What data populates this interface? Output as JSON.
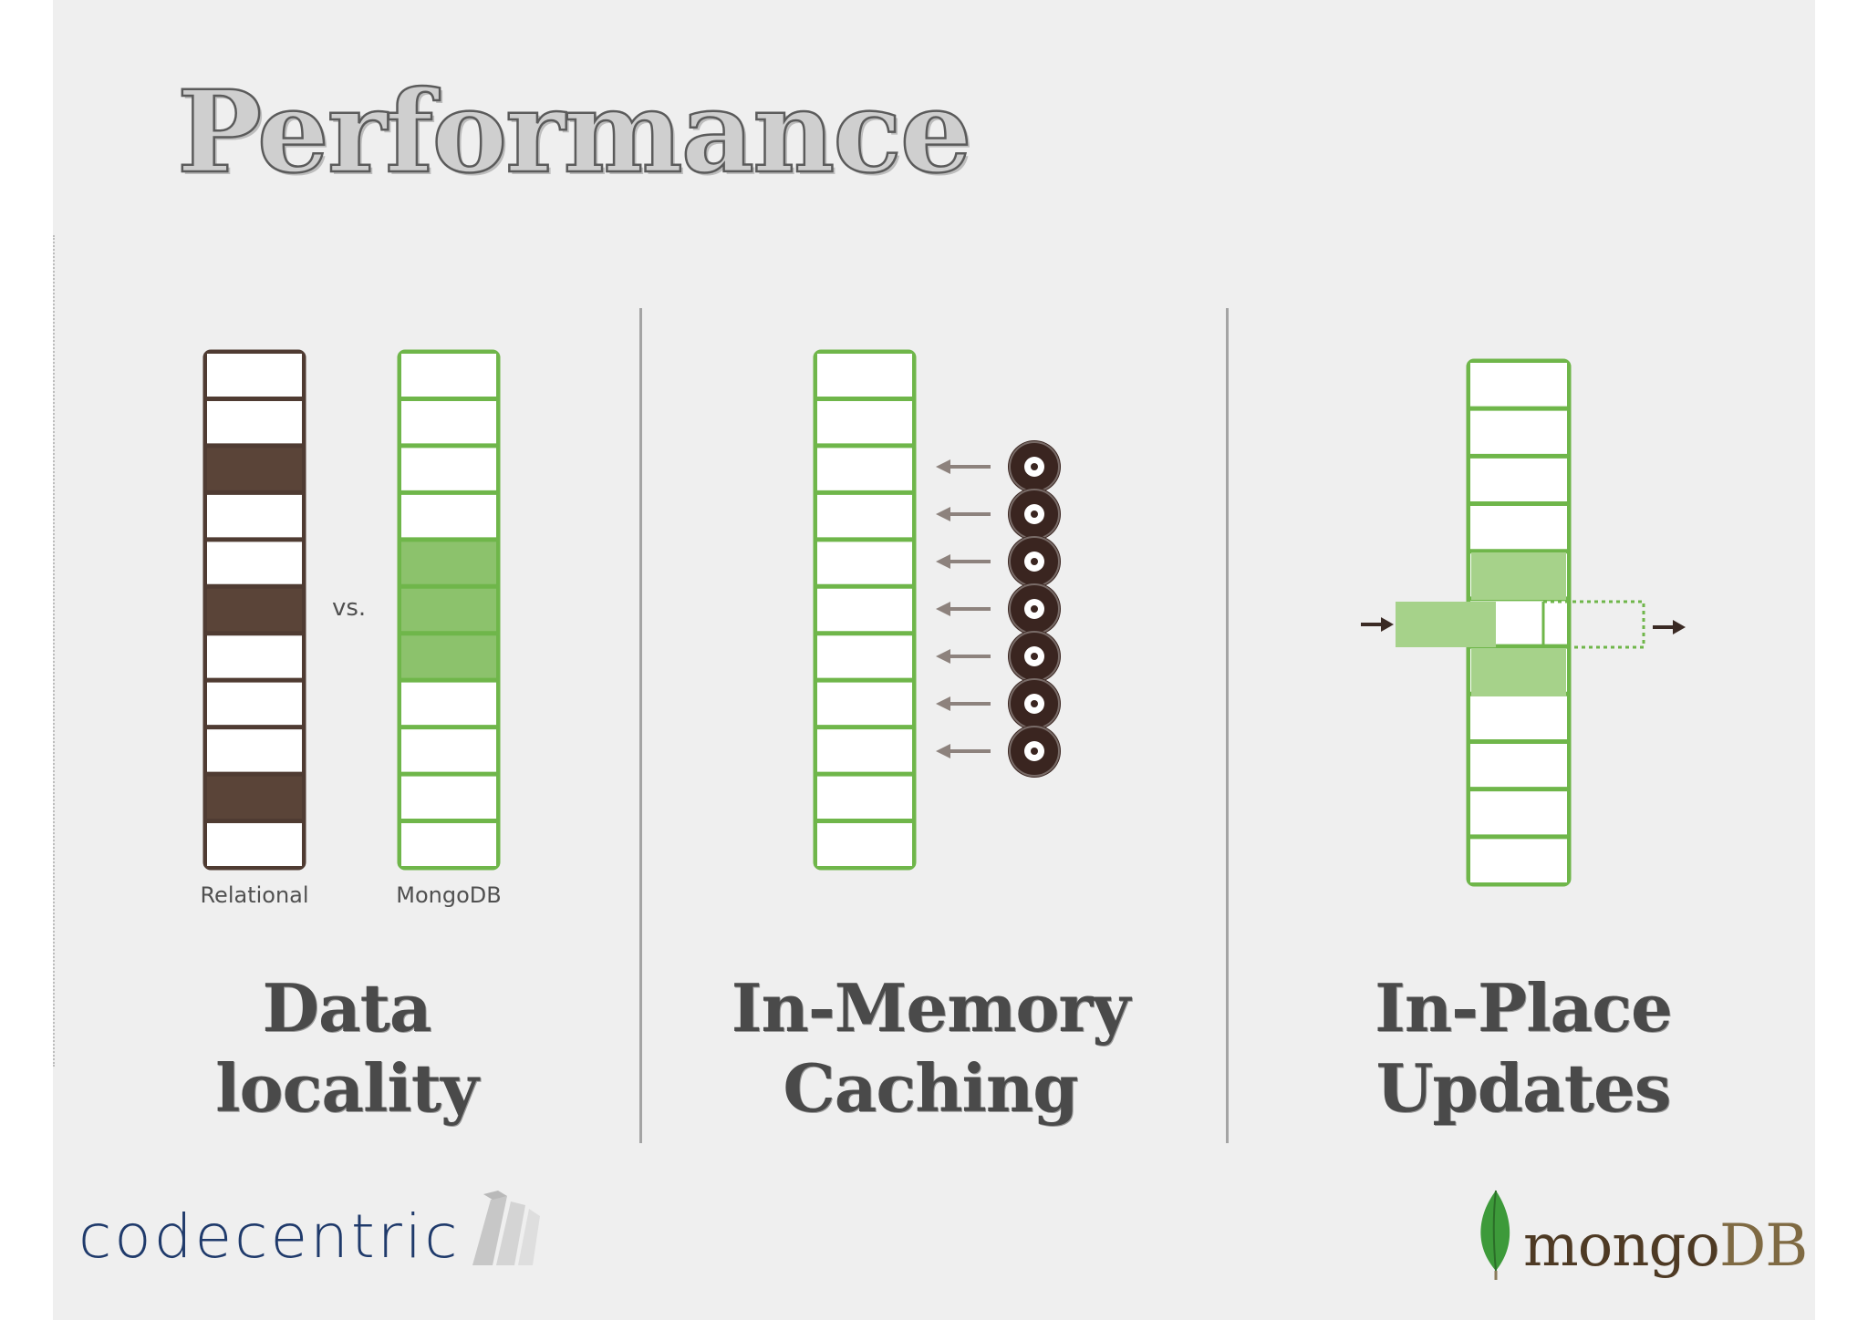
{
  "title": "Performance",
  "sections": [
    {
      "caption_line1": "Data",
      "caption_line2": "locality",
      "left_label": "Relational",
      "right_label": "MongoDB",
      "vs_label": "vs."
    },
    {
      "caption_line1": "In-Memory",
      "caption_line2": "Caching"
    },
    {
      "caption_line1": "In-Place",
      "caption_line2": "Updates"
    }
  ],
  "logos": {
    "left": "codecentric",
    "right_part1": "mongo",
    "right_part2": "DB"
  },
  "colors": {
    "background": "#efefef",
    "brown": "#4f3b32",
    "green": "#6fb64a",
    "green_fill": "#8cc26c",
    "text": "#4a4a4a"
  }
}
